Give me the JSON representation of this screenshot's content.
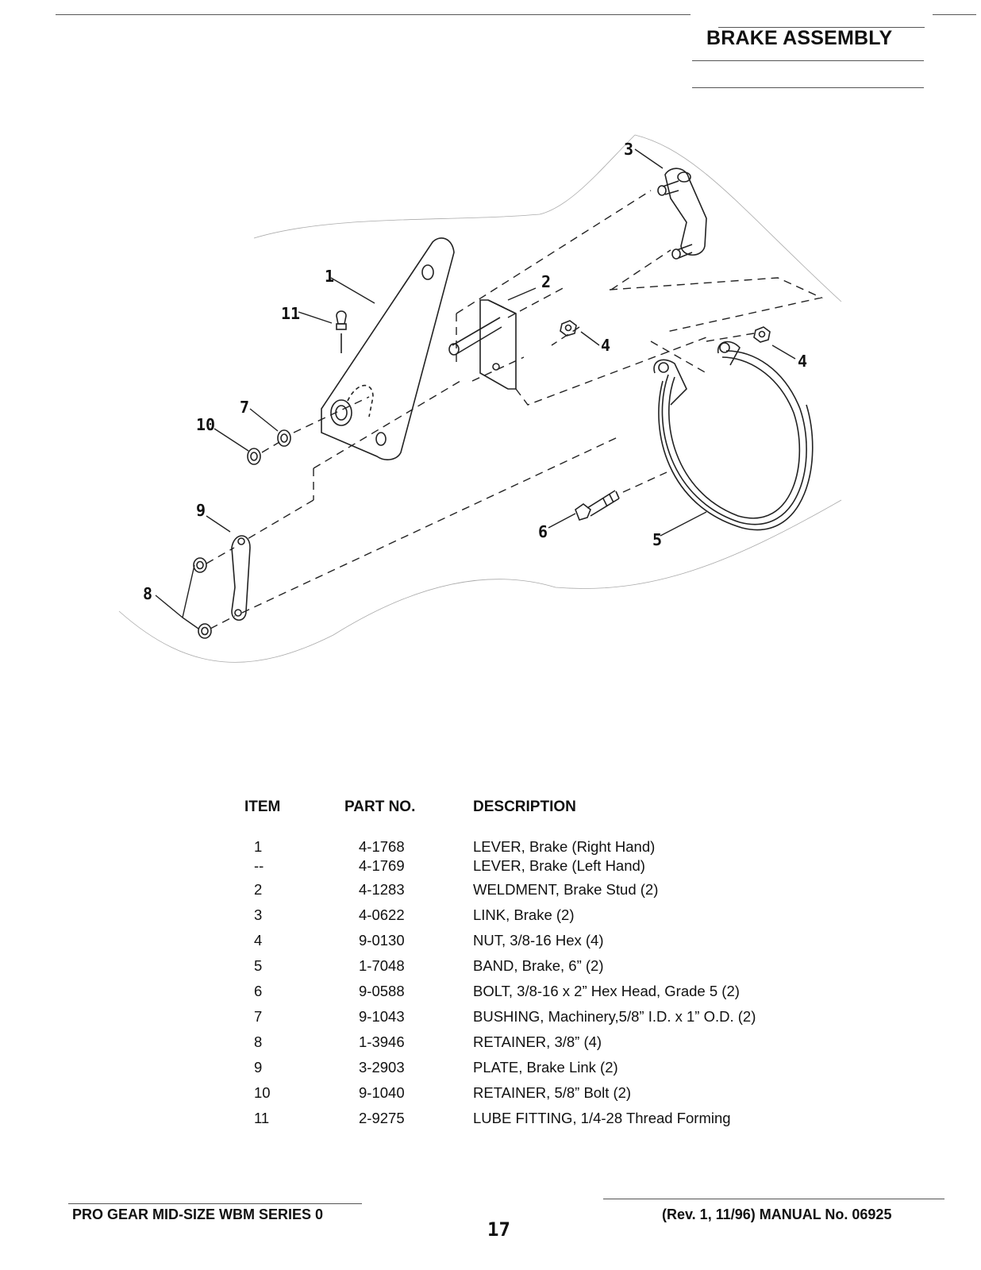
{
  "header": {
    "title": "BRAKE ASSEMBLY"
  },
  "diagram": {
    "callouts": [
      "1",
      "2",
      "3",
      "4",
      "4",
      "5",
      "6",
      "7",
      "8",
      "9",
      "10",
      "11"
    ]
  },
  "table": {
    "headers": {
      "item": "ITEM",
      "part": "PART NO.",
      "description": "DESCRIPTION"
    },
    "rows": [
      {
        "item": "1",
        "part": "4-1768",
        "description": "LEVER, Brake (Right Hand)"
      },
      {
        "item": "--",
        "part": "4-1769",
        "description": "LEVER, Brake (Left Hand)"
      },
      {
        "item": "2",
        "part": "4-1283",
        "description": "WELDMENT, Brake Stud (2)"
      },
      {
        "item": "3",
        "part": "4-0622",
        "description": "LINK, Brake (2)"
      },
      {
        "item": "4",
        "part": "9-0130",
        "description": "NUT, 3/8-16 Hex (4)"
      },
      {
        "item": "5",
        "part": "1-7048",
        "description": "BAND, Brake, 6” (2)"
      },
      {
        "item": "6",
        "part": "9-0588",
        "description": "BOLT, 3/8-16 x 2” Hex Head, Grade 5 (2)"
      },
      {
        "item": "7",
        "part": "9-1043",
        "description": "BUSHING, Machinery,5/8” I.D. x 1” O.D. (2)"
      },
      {
        "item": "8",
        "part": "1-3946",
        "description": "RETAINER, 3/8” (4)"
      },
      {
        "item": "9",
        "part": "3-2903",
        "description": "PLATE, Brake Link (2)"
      },
      {
        "item": "10",
        "part": "9-1040",
        "description": "RETAINER, 5/8” Bolt (2)"
      },
      {
        "item": "11",
        "part": "2-9275",
        "description": "LUBE FITTING, 1/4-28 Thread Forming"
      }
    ]
  },
  "footer": {
    "left": "PRO GEAR MID-SIZE WBM SERIES 0",
    "page": "17",
    "right": "(Rev. 1, 11/96) MANUAL No. 06925"
  }
}
